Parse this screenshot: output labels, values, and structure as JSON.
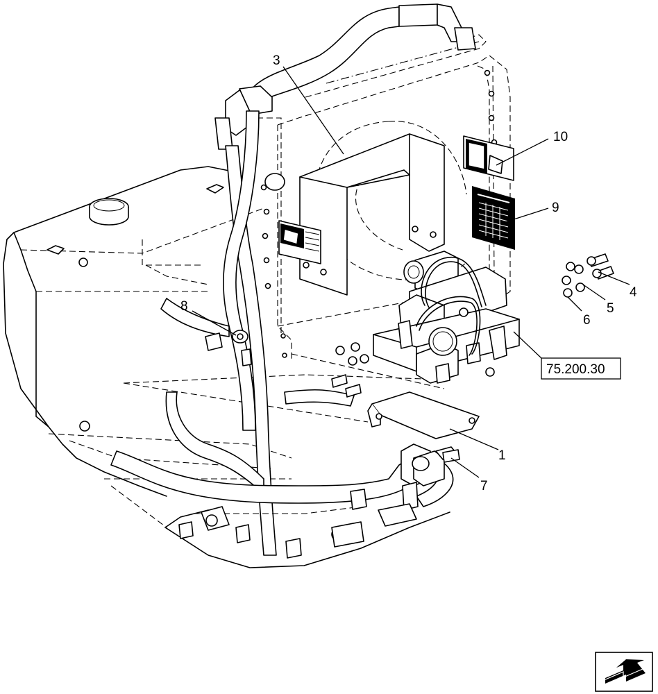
{
  "callouts": [
    {
      "id": "3",
      "label": "3"
    },
    {
      "id": "10",
      "label": "10"
    },
    {
      "id": "9",
      "label": "9"
    },
    {
      "id": "4",
      "label": "4"
    },
    {
      "id": "5",
      "label": "5"
    },
    {
      "id": "6",
      "label": "6"
    },
    {
      "id": "8",
      "label": "8"
    },
    {
      "id": "1",
      "label": "1"
    },
    {
      "id": "7",
      "label": "7"
    }
  ],
  "reference_box": {
    "label": "75.200.30"
  },
  "navigation": {
    "icon": "next-page-arrow-icon"
  }
}
